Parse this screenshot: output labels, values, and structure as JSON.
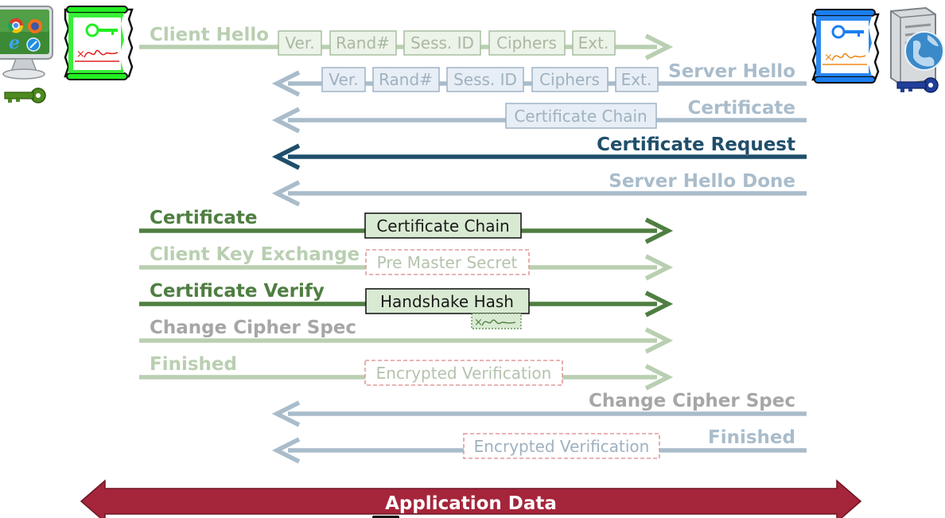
{
  "colors": {
    "client_light": "#b9cfb1",
    "server_light": "#a9bccb",
    "client_dark": "#4f7e41",
    "server_dark": "#1f4e6b",
    "gray": "#a6a6a6",
    "app_data": "#a5253a",
    "box_client_fill": "#ecf3e8",
    "box_client_stroke": "#a8bfa0",
    "box_server_fill": "#e7eef5",
    "box_server_stroke": "#9fb4c6",
    "box_dark_fill": "#d9ead3",
    "dashed_stroke": "#e39a9a",
    "client_cert_green": "#22ee22",
    "server_cert_blue": "#1a7ef0"
  },
  "client": {
    "computer_icon": "computer-browsers-icon",
    "key_icon": "private-key-icon",
    "cert_icon": "client-certificate-icon"
  },
  "server": {
    "server_icon": "server-globe-icon",
    "key_icon": "private-key-icon",
    "cert_icon": "server-certificate-icon"
  },
  "messages": [
    {
      "label": "Client Hello",
      "direction": "to-server",
      "tone": "client_light",
      "fields": [
        "Ver.",
        "Rand#",
        "Sess. ID",
        "Ciphers",
        "Ext."
      ]
    },
    {
      "label": "Server Hello",
      "direction": "to-client",
      "tone": "server_light",
      "fields": [
        "Ver.",
        "Rand#",
        "Sess. ID",
        "Ciphers",
        "Ext."
      ]
    },
    {
      "label": "Certificate",
      "direction": "to-client",
      "tone": "server_light",
      "box": "Certificate Chain"
    },
    {
      "label": "Certificate Request",
      "direction": "to-client",
      "tone": "server_dark"
    },
    {
      "label": "Server Hello Done",
      "direction": "to-client",
      "tone": "server_light"
    },
    {
      "label": "Certificate",
      "direction": "to-server",
      "tone": "client_dark",
      "box": "Certificate Chain"
    },
    {
      "label": "Client Key Exchange",
      "direction": "to-server",
      "tone": "client_light",
      "box": "Pre Master Secret",
      "box_dashed": true
    },
    {
      "label": "Certificate Verify",
      "direction": "to-server",
      "tone": "client_dark",
      "box": "Handshake Hash",
      "signature": true
    },
    {
      "label": "Change Cipher Spec",
      "direction": "to-server",
      "tone": "gray"
    },
    {
      "label": "Finished",
      "direction": "to-server",
      "tone": "client_light",
      "box": "Encrypted Verification",
      "box_dashed": true
    },
    {
      "label": "Change Cipher Spec",
      "direction": "to-client",
      "tone": "gray"
    },
    {
      "label": "Finished",
      "direction": "to-client",
      "tone": "server_light",
      "box": "Encrypted Verification",
      "box_dashed": true
    }
  ],
  "app_data": {
    "label": "Application Data"
  }
}
